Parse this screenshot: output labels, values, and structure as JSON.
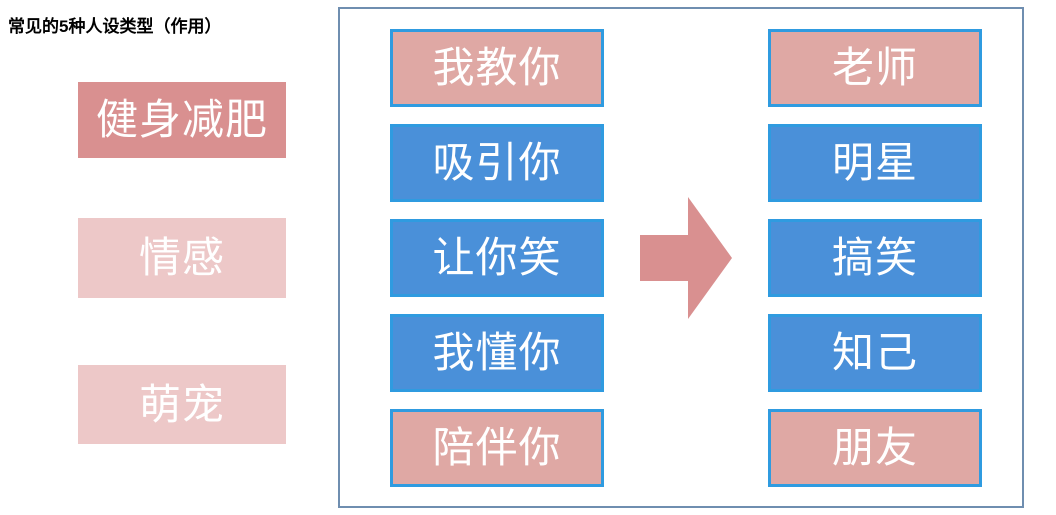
{
  "page": {
    "background_color": "#ffffff",
    "title": "常见的5种人设类型（作用）"
  },
  "colors": {
    "pink_strong": "#d99090",
    "pink_medium": "#dfa8a4",
    "pink_light": "#edc8c8",
    "pink_lighter": "#f0cfcf",
    "blue_fill": "#4a90d9",
    "blue_border": "#2f9be0",
    "panel_border": "#6f8eb0",
    "arrow_fill": "#d99090",
    "text_on_box": "#ffffff",
    "title_text": "#000000"
  },
  "left_section": {
    "title": "常见的5种人设类型（作用）",
    "boxes": [
      {
        "label": "健身减肥",
        "fill": "#d99090",
        "tone": "strong"
      },
      {
        "label": "情感",
        "fill": "#edc8c8",
        "tone": "light"
      },
      {
        "label": "萌宠",
        "fill": "#edc8c8",
        "tone": "light"
      }
    ]
  },
  "flow_panel": {
    "arrow": {
      "icon": "right-arrow-icon",
      "direction": "right",
      "fill": "#d99090"
    },
    "left_column": {
      "heading": "",
      "boxes": [
        {
          "label": "我教你",
          "fill": "#dfa8a4",
          "border": "#2f9be0",
          "kind": "pink"
        },
        {
          "label": "吸引你",
          "fill": "#4a90d9",
          "border": "#2f9be0",
          "kind": "blue"
        },
        {
          "label": "让你笑",
          "fill": "#4a90d9",
          "border": "#2f9be0",
          "kind": "blue"
        },
        {
          "label": "我懂你",
          "fill": "#4a90d9",
          "border": "#2f9be0",
          "kind": "blue"
        },
        {
          "label": "陪伴你",
          "fill": "#dfa8a4",
          "border": "#2f9be0",
          "kind": "pink"
        }
      ]
    },
    "right_column": {
      "heading": "",
      "boxes": [
        {
          "label": "老师",
          "fill": "#dfa8a4",
          "border": "#2f9be0",
          "kind": "pink"
        },
        {
          "label": "明星",
          "fill": "#4a90d9",
          "border": "#2f9be0",
          "kind": "blue"
        },
        {
          "label": "搞笑",
          "fill": "#4a90d9",
          "border": "#2f9be0",
          "kind": "blue"
        },
        {
          "label": "知己",
          "fill": "#4a90d9",
          "border": "#2f9be0",
          "kind": "blue"
        },
        {
          "label": "朋友",
          "fill": "#dfa8a4",
          "border": "#2f9be0",
          "kind": "pink"
        }
      ]
    },
    "pairs": [
      {
        "action": "我教你",
        "persona": "老师"
      },
      {
        "action": "吸引你",
        "persona": "明星"
      },
      {
        "action": "让你笑",
        "persona": "搞笑"
      },
      {
        "action": "我懂你",
        "persona": "知己"
      },
      {
        "action": "陪伴你",
        "persona": "朋友"
      }
    ]
  }
}
